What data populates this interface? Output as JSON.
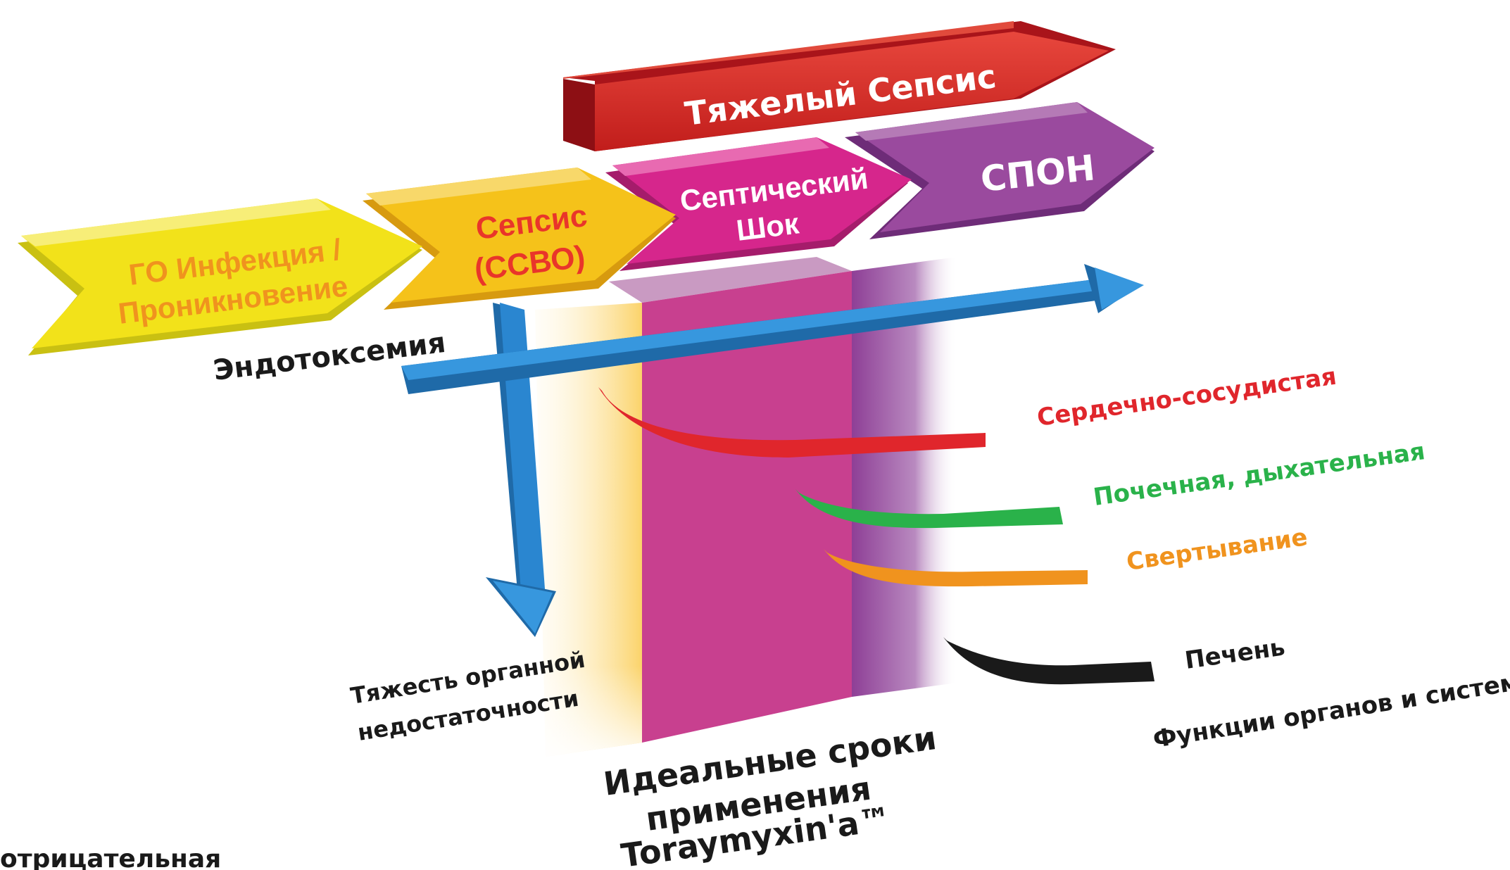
{
  "stages": {
    "infection": {
      "line1": "ГО Инфекция /",
      "line2": "Проникновение"
    },
    "sepsis": {
      "line1": "Сепсис",
      "line2": "(ССВО)"
    },
    "septic_shock": {
      "line1": "Септический",
      "line2": "Шок"
    },
    "mods": {
      "label": "СПОН"
    },
    "severe_sepsis": {
      "label": "Тяжелый Сепсис"
    }
  },
  "axes": {
    "endotoxemia": "Эндотоксемия",
    "severity_line1": "Тяжесть органной",
    "severity_line2": "недостаточности"
  },
  "window": {
    "line1": "Идеальные сроки",
    "line2": "применения",
    "line3": "Toraymyxin'a™"
  },
  "organs": [
    {
      "label": "Сердечно-сосудистая",
      "color": "#e0262c"
    },
    {
      "label": "Почечная, дыхательная",
      "color": "#2ab24a"
    },
    {
      "label": "Свертывание",
      "color": "#f0931e"
    },
    {
      "label": "Печень",
      "color": "#1a1a1a"
    }
  ],
  "organ_functions": "Функции органов и систем",
  "footer_text": "отрицательная",
  "colors": {
    "infection": "#f2e21a",
    "sepsis": "#f5c21a",
    "shock": "#d6268c",
    "mods": "#9a4a9e",
    "severe": "#e02a22",
    "axis_blue": "#2a86d0",
    "window_magenta": "#c8408f"
  }
}
